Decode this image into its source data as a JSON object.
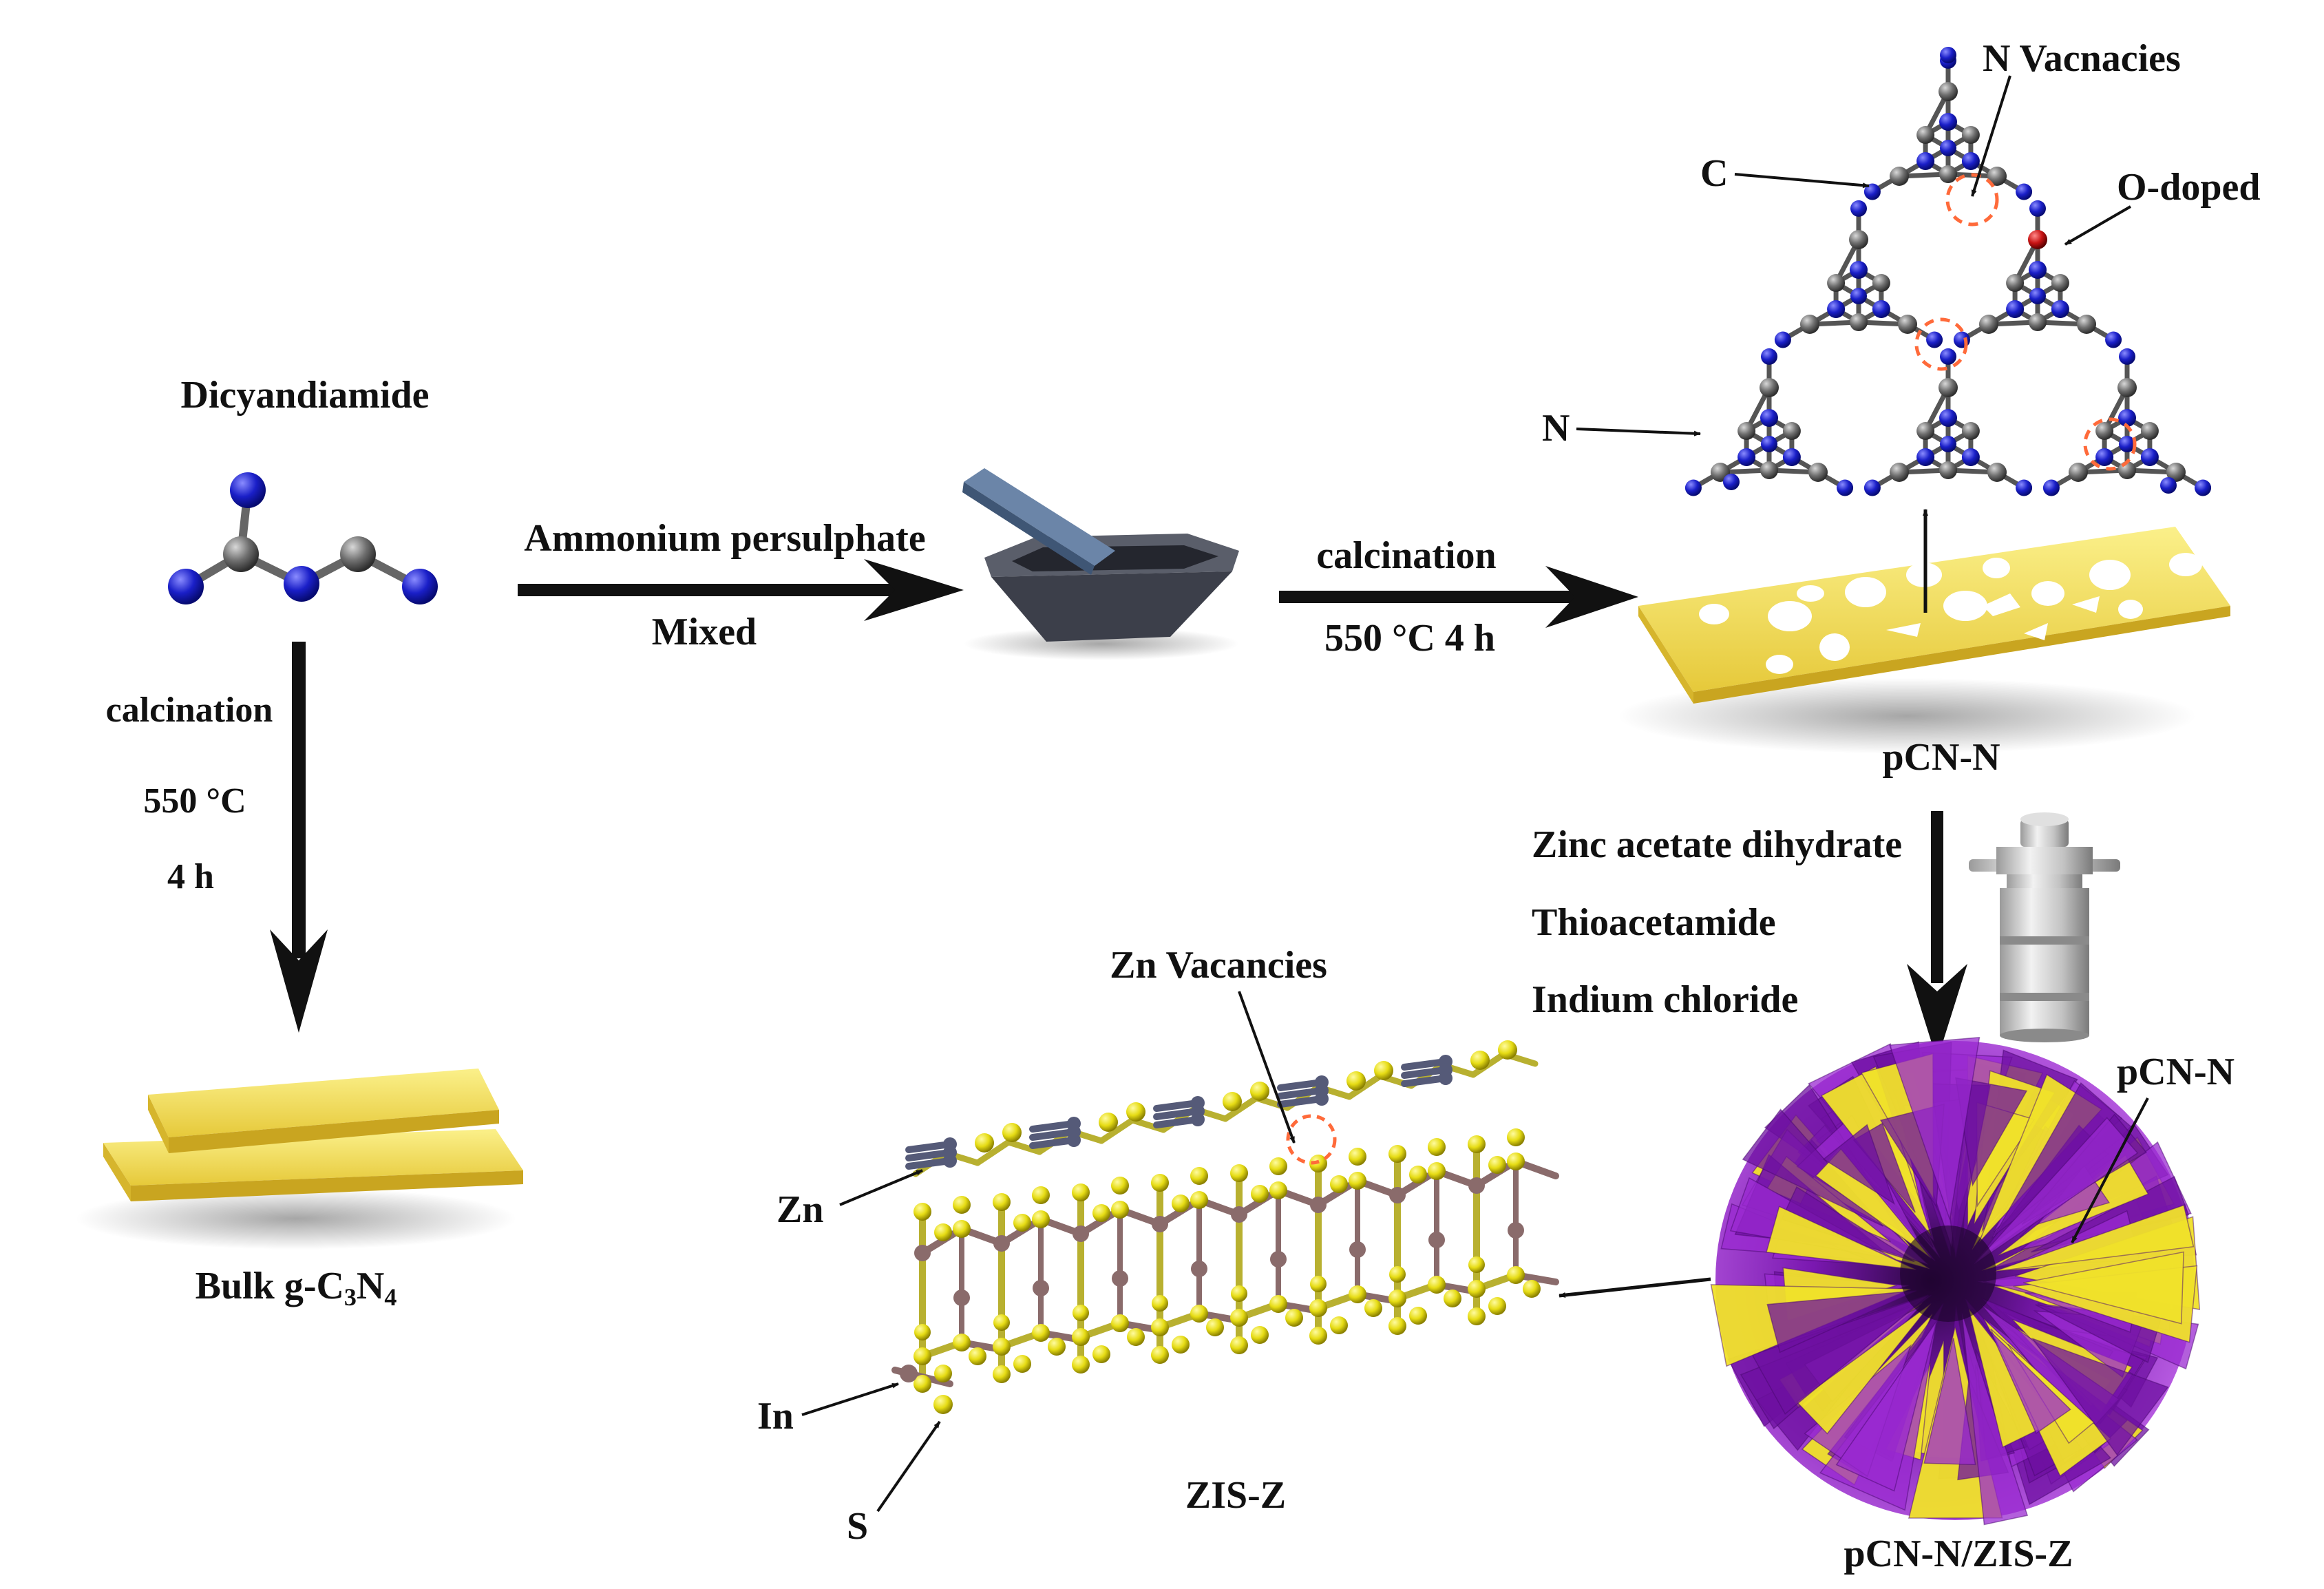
{
  "labels": {
    "dicyandiamide": "Dicyandiamide",
    "left_step": "calcination",
    "left_temp": "550 °C",
    "left_time": "4 h",
    "bulk_prefix": "Bulk g-C",
    "bulk_sub1": "3",
    "bulk_mid": "N",
    "bulk_sub2": "4",
    "reagent": "Ammonium persulphate",
    "mixed": "Mixed",
    "calc2": "calcination",
    "calc2_cond": "550 °C   4 h",
    "n_vacancies": "N Vacnacies",
    "c_label": "C",
    "o_doped": "O-doped",
    "n_label": "N",
    "pcn_n": "pCN-N",
    "precursor1": "Zinc acetate dihydrate",
    "precursor2": "Thioacetamide",
    "precursor3": "Indium chloride",
    "zn_vacancies": "Zn Vacancies",
    "zn_label": "Zn",
    "in_label": "In",
    "s_label": "S",
    "zis_z": "ZIS-Z",
    "sphere_pcn": "pCN-N",
    "composite": "pCN-N/ZIS-Z"
  },
  "colors": {
    "nitrogen": "#1a1fc8",
    "carbon": "#6f6f6f",
    "oxygen": "#c81414",
    "sheet": "#f0dc5a",
    "mortar": "#3c3f4a",
    "pestle": "#6b85a8",
    "flower": "#8a1ec0",
    "sulfur": "#e6dc14",
    "indium": "#8a6b6b",
    "zinc": "#555a78",
    "vacancy": "#ff6a3a"
  }
}
